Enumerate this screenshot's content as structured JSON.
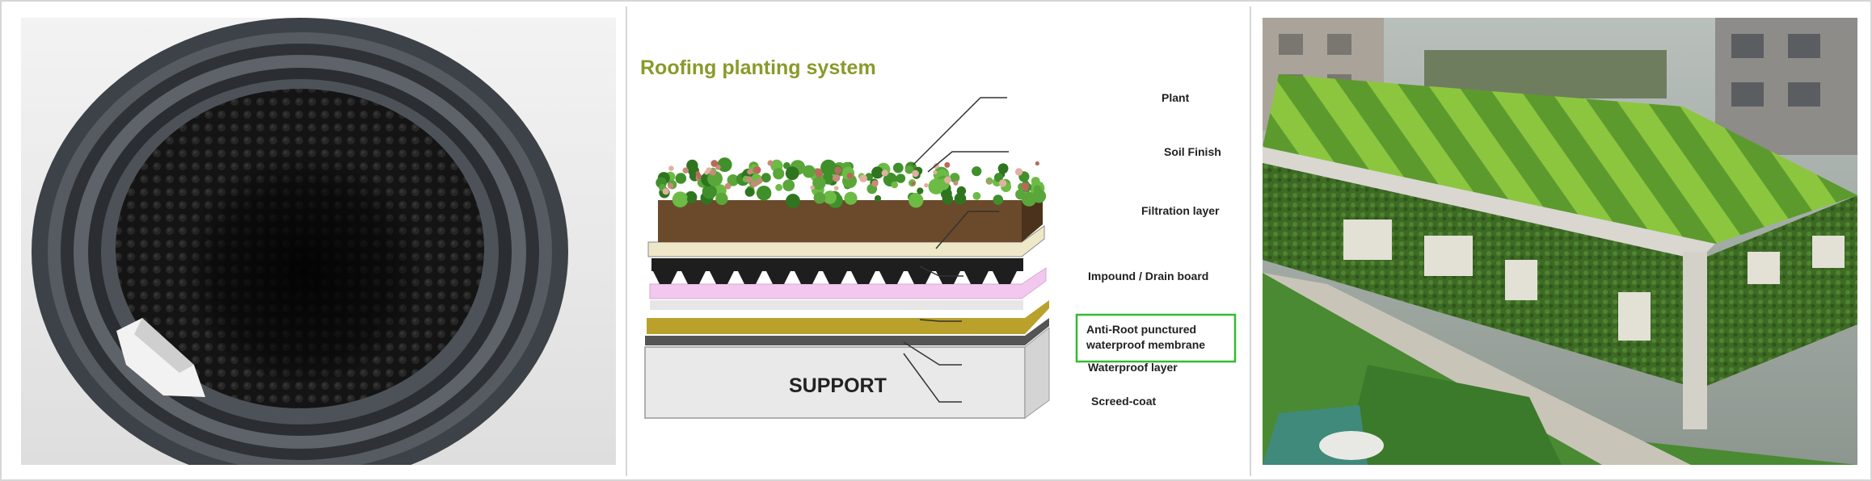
{
  "diagram": {
    "title": "Roofing planting system",
    "support_label": "SUPPORT",
    "layers": [
      "Plant",
      "Soil Finish",
      "Filtration layer",
      "Impound / Drain board",
      "Anti-Root punctured",
      "waterproof membrane",
      "Waterproof layer",
      "Screed-coat"
    ],
    "colors": {
      "title": "#8a9a2a",
      "soil": "#6a4a2a",
      "filtration": "#efe8c8",
      "drain_board": "#1e1e1e",
      "pink_layer": "#f2c8ee",
      "membrane": "#b9a12c",
      "waterproof": "#555555",
      "support": "#e9e9e9",
      "highlight_box": "#33bb33"
    }
  },
  "photos": [
    {
      "subject": "rolled drainage membrane"
    },
    {
      "subject": "building with green roof"
    }
  ]
}
